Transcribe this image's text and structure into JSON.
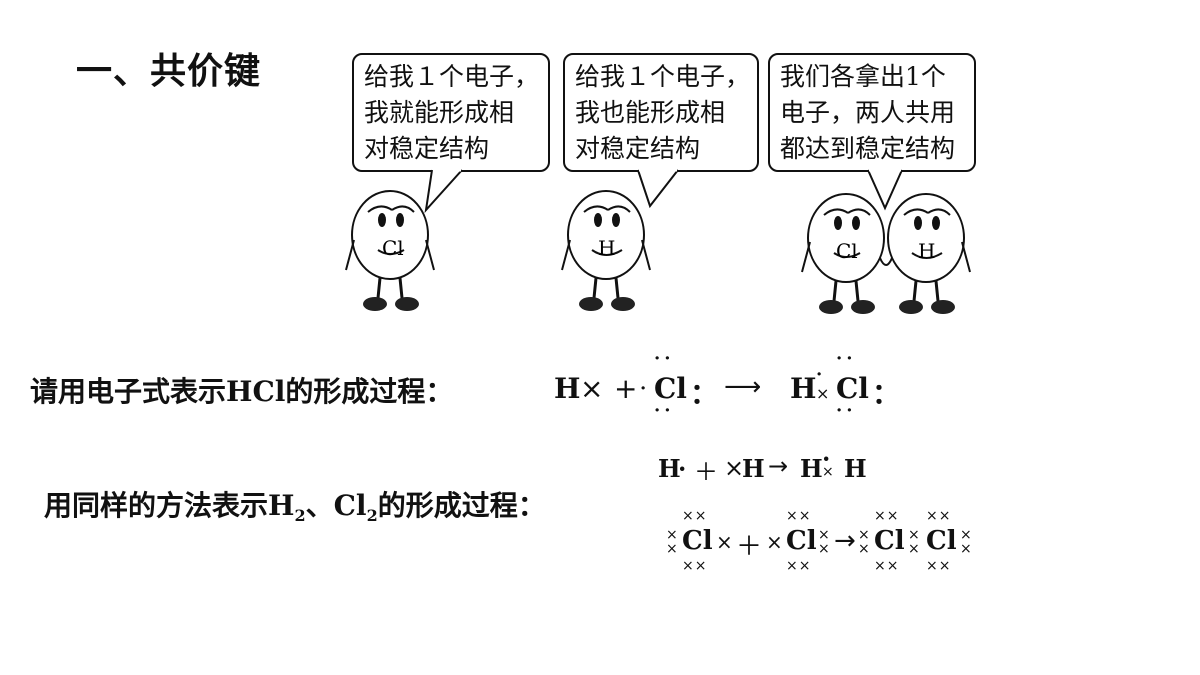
{
  "slide": {
    "title": "一、共价键",
    "bubbles": [
      {
        "lines": [
          "给我１个电子，",
          "我就能形成相",
          "对稳定结构"
        ]
      },
      {
        "lines": [
          "给我１个电子，",
          "我也能形成相",
          "对稳定结构"
        ]
      },
      {
        "lines": [
          "我们各拿出1个",
          "电子，两人共用",
          "都达到稳定结构"
        ]
      }
    ],
    "characters": [
      {
        "label": "Cl"
      },
      {
        "label": "H"
      },
      {
        "label": "Cl"
      },
      {
        "label": "H"
      }
    ],
    "question1": {
      "prefix": "请用电子式表示",
      "formula": "HCl",
      "suffix": "的形成过程："
    },
    "question2": {
      "prefix": "用同样的方法表示",
      "h": "H",
      "h_sub": "2",
      "sep": "、",
      "cl": "Cl",
      "cl_sub": "2",
      "suffix": "的形成过程："
    },
    "equations": {
      "hcl": {
        "h": "H",
        "x": "×",
        "plus": "+",
        "cl": "Cl",
        "arrow": "⟶",
        "colon": "："
      },
      "h2": {
        "h1": "H",
        "dot": "·",
        "plus": "＋",
        "x": "×",
        "h2": "H",
        "arrow": "→",
        "h3": "H",
        "h4": "H"
      },
      "cl2": {
        "cl": "Cl",
        "x": "×",
        "plus": "＋",
        "arrow": "→"
      }
    }
  }
}
